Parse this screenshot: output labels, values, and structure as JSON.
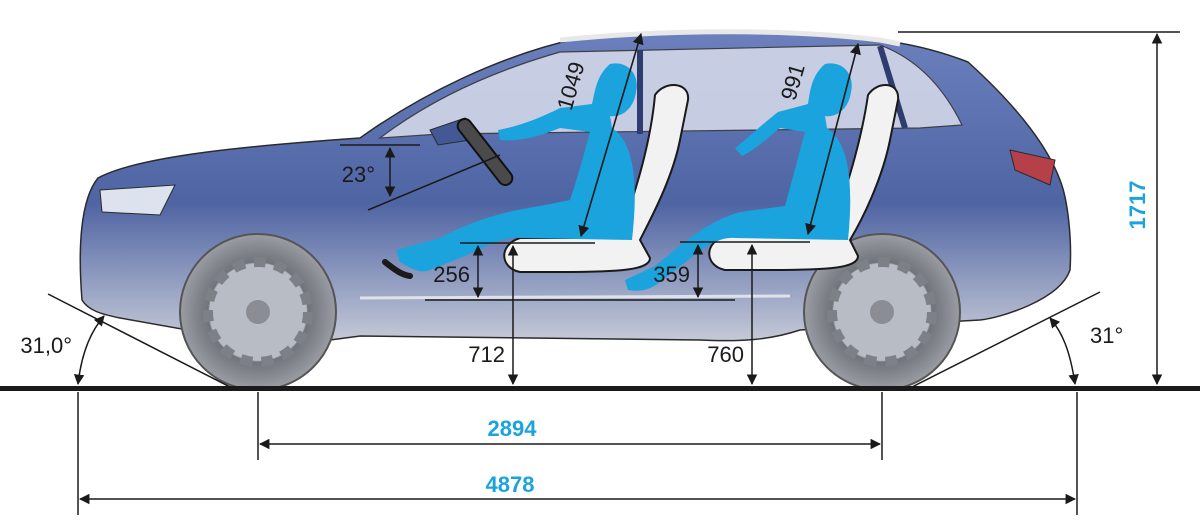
{
  "diagram": {
    "colors": {
      "body": "#5a6fae",
      "body_dark": "#3f5290",
      "glass": "#c9cfe3",
      "occupant": "#1aa3dc",
      "seat": "#f2f2f2",
      "dim_primary": "#1aa3dc",
      "dim_secondary": "#1a1a1a"
    },
    "dimensions": {
      "overall_length": "4878",
      "wheelbase": "2894",
      "overall_height": "1717",
      "approach_angle": "31,0°",
      "departure_angle": "31°",
      "steering_angle": "23°",
      "front_headroom": "1049",
      "rear_headroom": "991",
      "front_seat_height": "256",
      "rear_seat_height": "359",
      "front_hip_height": "712",
      "rear_hip_height": "760"
    },
    "icons": {
      "vehicle": "suv-side-silhouette",
      "occupant": "seated-person-icon",
      "seat": "car-seat-icon",
      "wheel": "wheel-icon",
      "steering": "steering-wheel-icon"
    }
  }
}
